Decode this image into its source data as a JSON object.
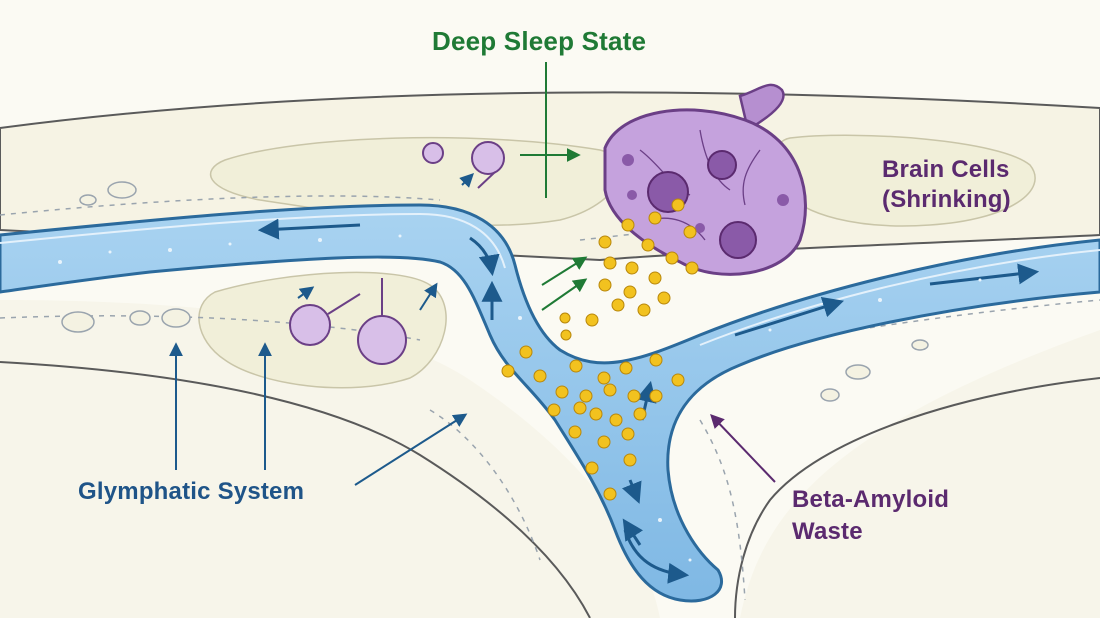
{
  "labels": {
    "deep_sleep": "Deep Sleep State",
    "brain_cells_line1": "Brain Cells",
    "brain_cells_line2": "(Shrinking)",
    "glymphatic": "Glymphatic System",
    "beta_amyloid_line1": "Beta-Amyloid",
    "beta_amyloid_line2": "Waste"
  },
  "colors": {
    "fluid_blue": "#8fc3ea",
    "vessel_outline": "#2b6a9c",
    "flow_arrow": "#1d5a8c",
    "neuron_purple": "#b68fd0",
    "neuron_outline": "#6b3f86",
    "amyloid_yellow": "#f2c21f",
    "label_green": "#1f7a35",
    "label_blue": "#1f5488",
    "label_purple": "#5b2a6f"
  },
  "icons": [
    "flow-arrow-icon",
    "neuron-icon",
    "amyloid-particle-icon",
    "small-cell-icon"
  ]
}
